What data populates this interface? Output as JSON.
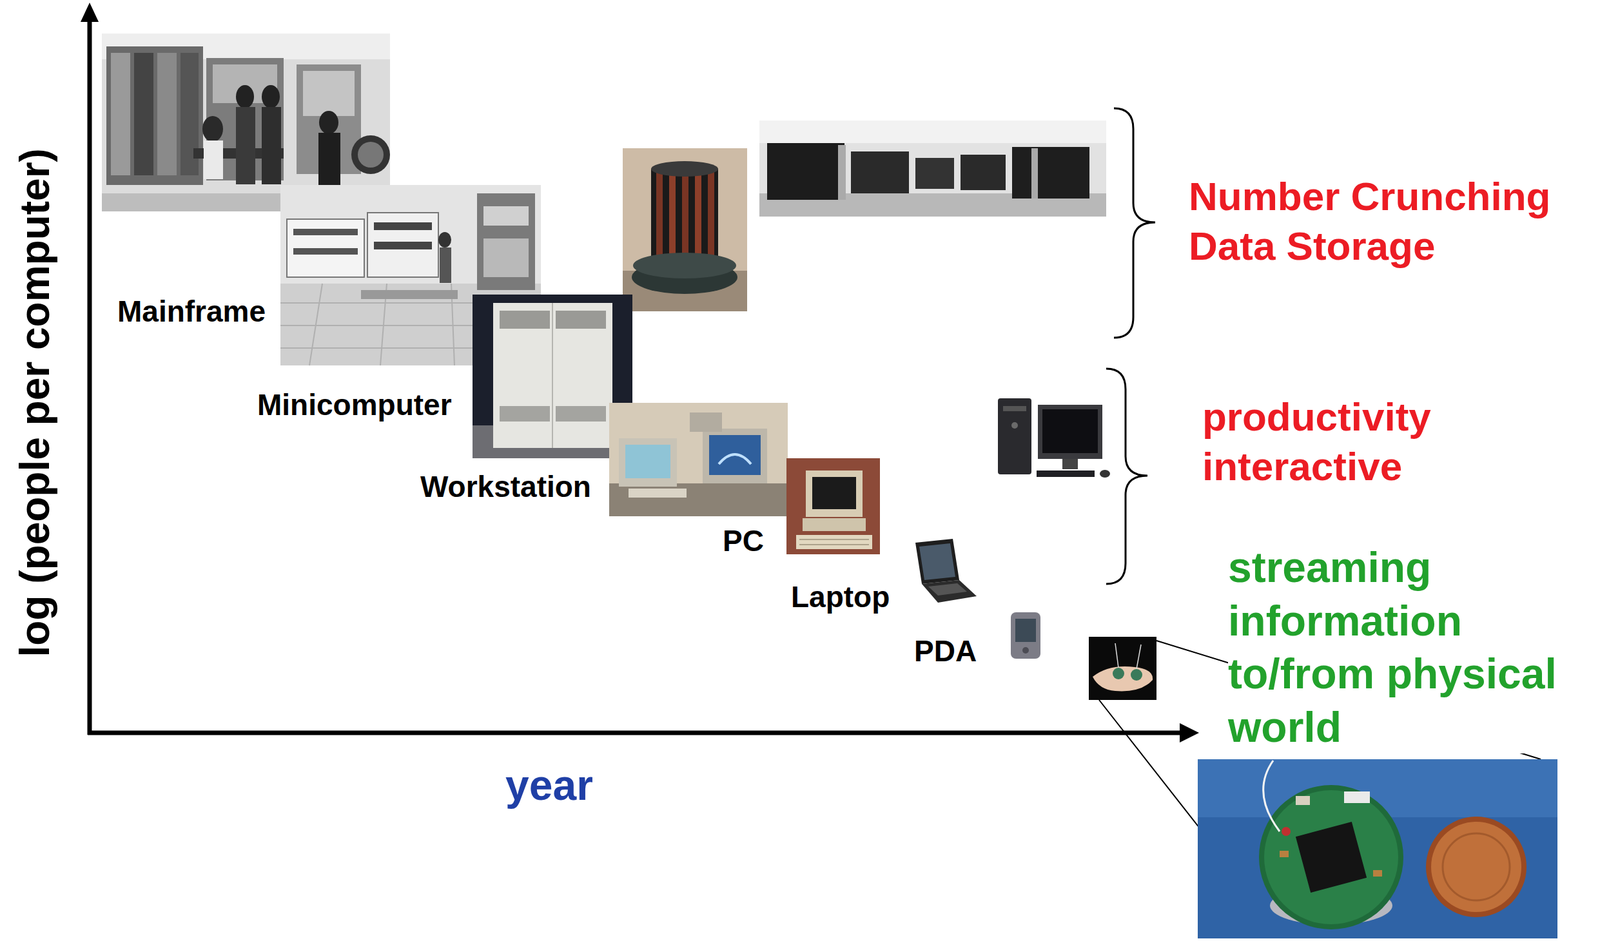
{
  "diagram": {
    "labels": [
      "log (people per computer)",
      "Mainframe",
      "Minicomputer",
      "Workstation",
      "PC",
      "Laptop",
      "PDA",
      "Number Crunching Data Storage",
      "productivity interactive",
      "streaming information to/from physical world",
      "year"
    ]
  }
}
